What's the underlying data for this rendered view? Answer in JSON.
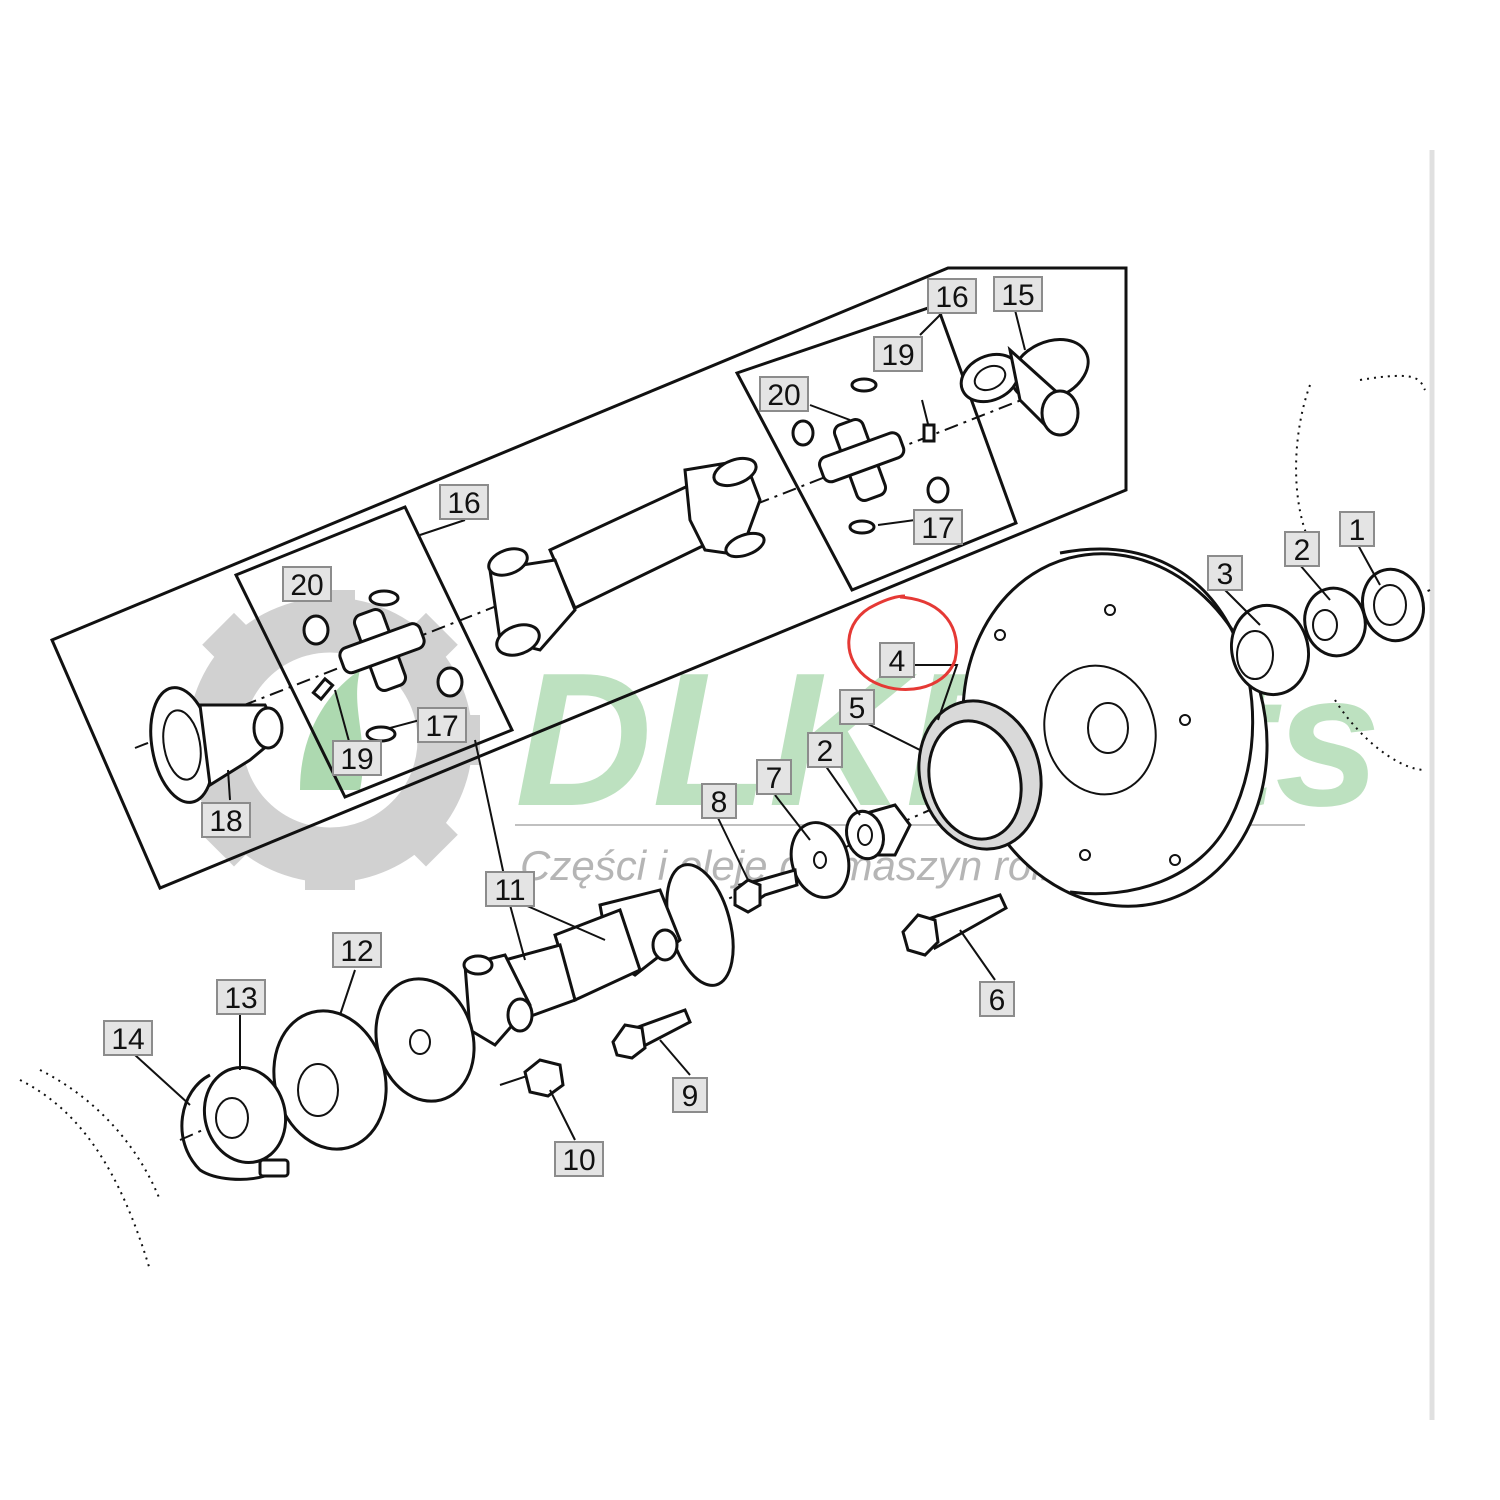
{
  "diagram": {
    "callouts": [
      {
        "id": "c1",
        "text": "1"
      },
      {
        "id": "c2a",
        "text": "2"
      },
      {
        "id": "c3",
        "text": "3"
      },
      {
        "id": "c4",
        "text": "4"
      },
      {
        "id": "c5",
        "text": "5"
      },
      {
        "id": "c2b",
        "text": "2"
      },
      {
        "id": "c7",
        "text": "7"
      },
      {
        "id": "c8",
        "text": "8"
      },
      {
        "id": "c6",
        "text": "6"
      },
      {
        "id": "c9",
        "text": "9"
      },
      {
        "id": "c10",
        "text": "10"
      },
      {
        "id": "c11",
        "text": "11"
      },
      {
        "id": "c12",
        "text": "12"
      },
      {
        "id": "c13",
        "text": "13"
      },
      {
        "id": "c14",
        "text": "14"
      },
      {
        "id": "c15",
        "text": "15"
      },
      {
        "id": "c16a",
        "text": "16"
      },
      {
        "id": "c16b",
        "text": "16"
      },
      {
        "id": "c17a",
        "text": "17"
      },
      {
        "id": "c17b",
        "text": "17"
      },
      {
        "id": "c18",
        "text": "18"
      },
      {
        "id": "c19a",
        "text": "19"
      },
      {
        "id": "c19b",
        "text": "19"
      },
      {
        "id": "c20a",
        "text": "20"
      },
      {
        "id": "c20b",
        "text": "20"
      }
    ],
    "highlight_color": "#e53935"
  },
  "watermark": {
    "brand": "DLKParts",
    "tagline": "Części i oleje do maszyn rolniczych",
    "color_green": "#8bc98e",
    "color_gray": "#b5b5b5"
  }
}
